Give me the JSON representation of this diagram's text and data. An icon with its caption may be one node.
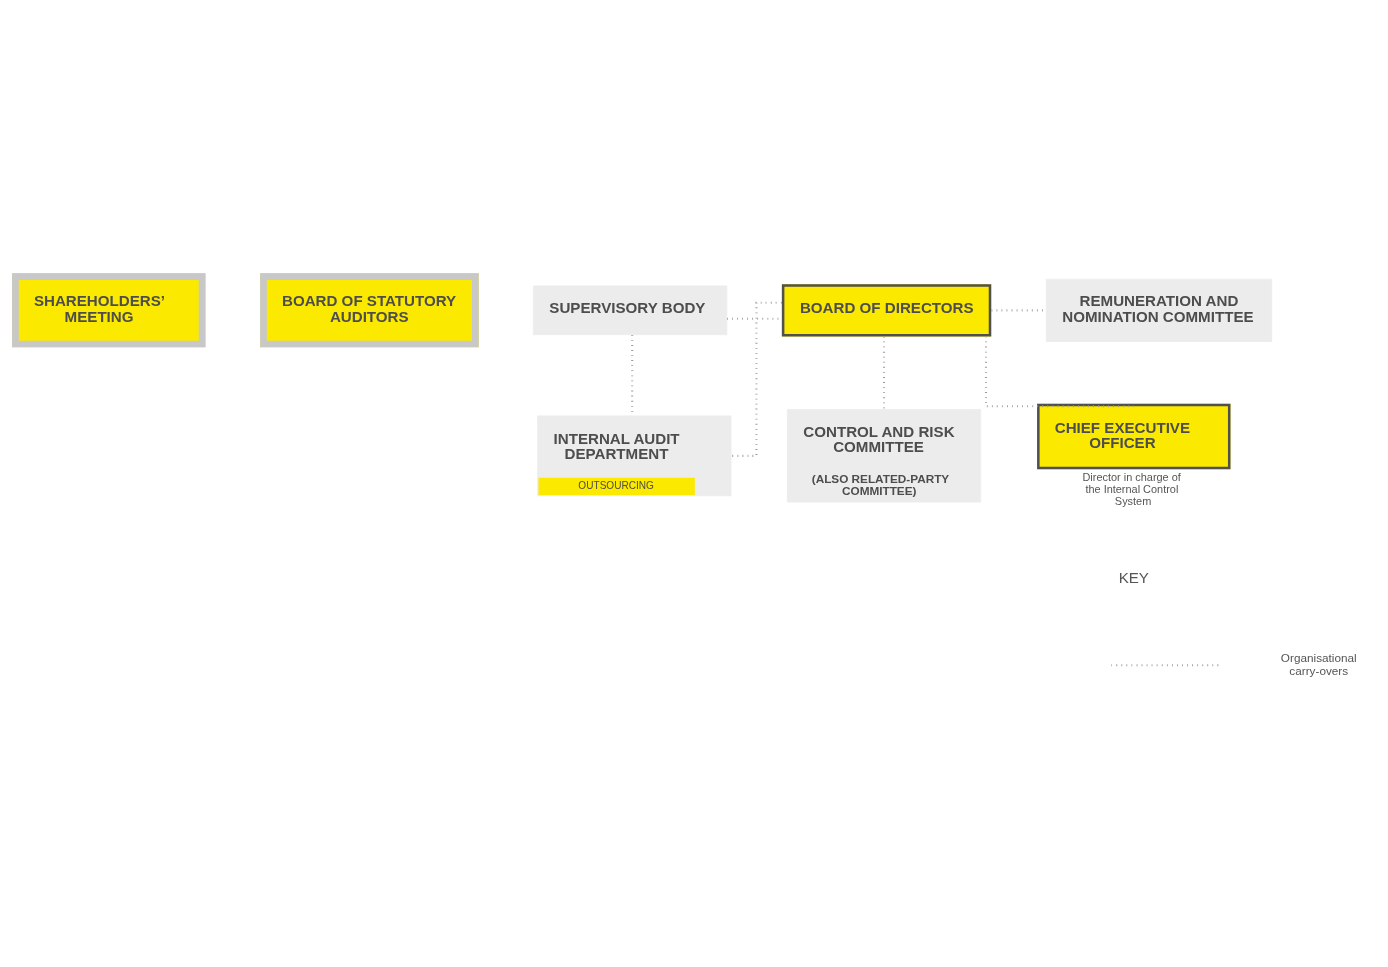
{
  "diagram": {
    "nodes": [
      {
        "text": [
          "SHAREHOLDERS’ MEETING"
        ]
      },
      {
        "text": [
          "BOARD OF STATUTORY AUDITORS"
        ]
      },
      {
        "text": [
          "SUPERVISORY BODY"
        ]
      },
      {
        "text": [
          "BOARD OF DIRECTORS"
        ]
      },
      {
        "text": [
          "REMUNERATION AND NOMINATION COMMITTEE"
        ]
      },
      {
        "text": [
          "INTERNAL AUDIT DEPARTMENT",
          "OUTSOURCING"
        ]
      },
      {
        "text": [
          "CONTROL AND RISK COMMITTEE",
          "(ALSO RELATED-PARTY COMMITTEE)"
        ]
      },
      {
        "text": [
          "CHIEF EXECUTIVE OFFICER"
        ],
        "beside": [
          "Director in charge of the Internal Control System"
        ]
      }
    ],
    "edges": [
      {
        "from": 2,
        "to": 3,
        "arrow": "none"
      },
      {
        "from": 3,
        "to": 4,
        "arrow": "none"
      },
      {
        "from": 2,
        "to": 5,
        "arrow": "none"
      },
      {
        "from": 3,
        "to": 5,
        "arrow": "none"
      },
      {
        "from": 3,
        "to": 6,
        "arrow": "none"
      },
      {
        "from": 3,
        "to": 7,
        "arrow": "none"
      }
    ],
    "labels": [
      "KEY"
    ],
    "legend": [
      {
        "text": "Organisational carry-overs"
      }
    ]
  }
}
